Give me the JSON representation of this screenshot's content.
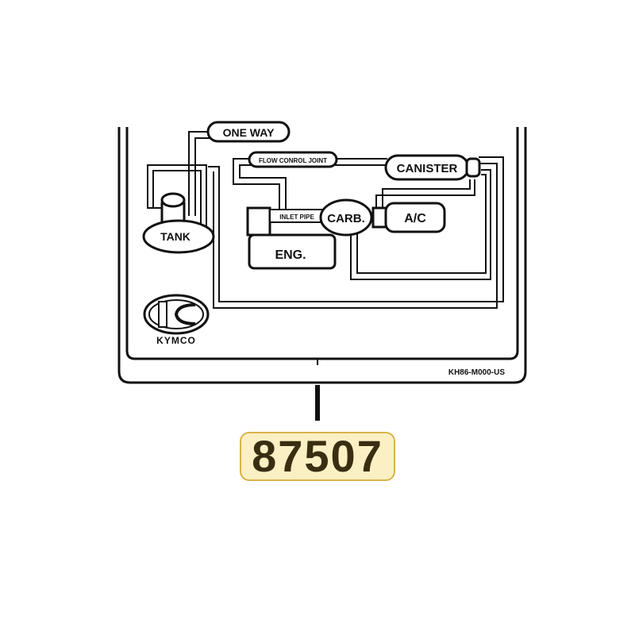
{
  "labels": {
    "one_way": "ONE WAY",
    "flow_control_joint": "FLOW CONROL JOINT",
    "canister": "CANISTER",
    "tank": "TANK",
    "inlet_pipe": "INLET PIPE",
    "carb": "CARB.",
    "ac": "A/C",
    "eng": "ENG.",
    "brand": "KYMCO",
    "code": "KH86-M000-US"
  },
  "part_number": "87507",
  "colors": {
    "line": "#111111",
    "badge_fill": "#fbf0c4",
    "badge_border": "#d9b34a",
    "badge_text": "#3a2e12"
  },
  "icons": {
    "logo": "kymco-logo-icon"
  }
}
